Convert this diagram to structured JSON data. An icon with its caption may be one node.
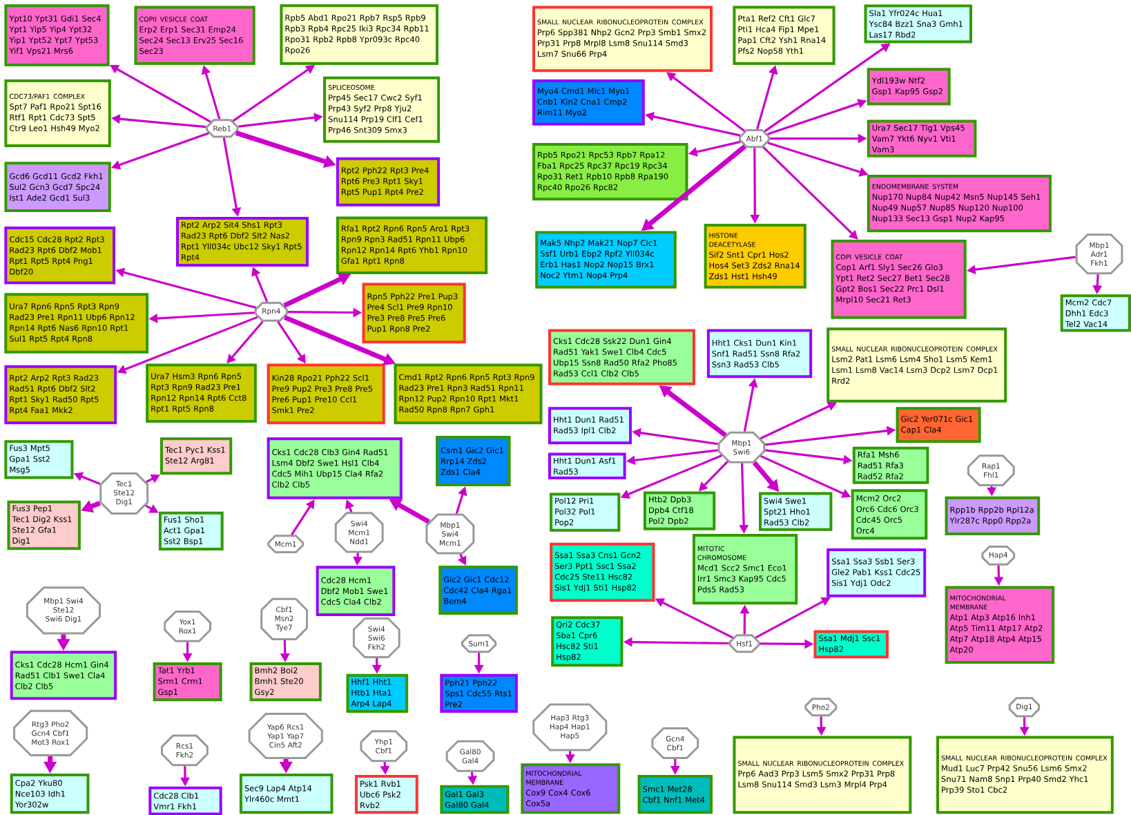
{
  "diagram": {
    "nodes": [
      {
        "text": [
          "Reb1"
        ]
      },
      {
        "text": [
          "Ypt10 Ypt31 Gdi1 Sec4 Ypt1 Yip5 Yip4 Ypt32 Yip1 Ypt52 Ypt7 Ypt53 Yif1 Vps21 Mrs6"
        ]
      },
      {
        "text": [
          "COPII VESICLE COAT",
          "Erp2 Erp1 Sec31 Emp24 Sec24 Sec13 Erv25 Sec16 Sec23"
        ]
      },
      {
        "text": [
          "Rpb5 Abd1 Rpo21 Rpb7 Rsp5 Rpb9 Rpb3 Rpb4 Rpc25 Iki3 Rpc34 Rpb11 Rpo31 Rpb2 Rpb8 Ypr093c Rpc40 Rpo26"
        ]
      },
      {
        "text": [
          "CDC73/PAF1 COMPLEX",
          "Spt7 Paf1 Rpo21 Spt16 Rtf1 Rpt1 Cdc73 Spt5 Ctr9 Leo1 Hsh49 Myo2"
        ]
      },
      {
        "text": [
          "SPLICEOSOME",
          "Prp45 Sec17 Cwc2 Syf1 Prp43 Syf2 Prp8 Yju2 Snu114 Prp19 Clf1 Cef1 Prp46 Snt309 Smx3"
        ]
      },
      {
        "text": [
          "Gcd6 Gcd11 Gcd2 Fkh1 Sul2 Gcn3 Gcd7 Spc24 Ist1 Ade2 Gcd1 Sul3"
        ]
      },
      {
        "text": [
          "Rpt2 Pph22 Rpt3 Pre4 Rpt6 Pre3 Rpt1 Sky1 Rpt5 Pup1 Rpt4 Pre2"
        ]
      },
      {
        "text": [
          "Rpt2 Arp2 Sit4 Shs1 Rpt3 Rad23 Rpt6 Dbf2 Slt2 Nas2 Rpt1 Yll034c Ubc12 Sky1 Rpt5 Rpt4"
        ]
      },
      {
        "text": [
          "Cdc15 Cdc28 Rpt2 Rpt3 Rad23 Rpt6 Dbf2 Mob1 Rpt1 Rpt5 Rpt4 Png1 Dbf20"
        ]
      },
      {
        "text": [
          "Rfa1 Rpt2 Rpn6 Rpn5 Aro1 Rpt3 Rpn9 Rpn3 Rad51 Rpn11 Ubp6 Rpn12 Rpn14 Rpt6 Yhb1 Rpn10 Gfa1 Rpt1 Rpn8"
        ]
      },
      {
        "text": [
          "Rpn4"
        ]
      },
      {
        "text": [
          "Ura7 Rpn6 Rpn5 Rpt3 Rpn9 Rad23 Pre1 Rpn11 Ubp6 Rpn12 Rpn14 Rpt6 Nas6 Rpn10 Rpt1 Sul1 Rpt5 Rpt4 Rpn8"
        ]
      },
      {
        "text": [
          "Rpn5 Pph22 Pre1 Pup3 Pre4 Scl1 Pre9 Rpn10 Pre3 Pre8 Pre5 Pre6 Pup1 Rpn8 Pre2"
        ]
      },
      {
        "text": [
          "Rpt2 Arp2 Rpt3 Rad23 Rad51 Rpt6 Dbf2 Slt2 Rpt1 Sky1 Rad50 Rpt5 Rpt4 Faa1 Mkk2"
        ]
      },
      {
        "text": [
          "Ura7 Hsm3 Rpn6 Rpn5 Rpt3 Rpn9 Rad23 Pre1 Rpn12 Rpn14 Rpt6 Cct8 Rpt1 Rpt5 Rpn8"
        ]
      },
      {
        "text": [
          "Kin28 Rpo21 Pph22 Scl1 Pre9 Pup2 Pre3 Pre8 Pre5 Pre6 Pup1 Pre10 Ccl1 Smk1 Pre2"
        ]
      },
      {
        "text": [
          "Cmd1 Rpt2 Rpn6 Rpn5 Rpt3 Rpn9 Rad23 Pre1 Rpn3 Rad51 Rpn11 Rpn12 Pup2 Rpn10 Rpt1 Mkt1 Rad50 Rpn8 Rpn7 Gph1"
        ]
      },
      {
        "text": [
          "SMALL NUCLEAR RIBONUCLEOPROTEIN COMPLEX",
          "Prp6 Spp381 Nhp2 Gcn2 Prp3 Smb1 Smx2 Prp31 Prp8 Mrpl8 Lsm8 Snu114 Smd3 Lsm7 Snu66 Prp4"
        ]
      },
      {
        "text": [
          "Pta1 Ref2 Cft1 Glc7 Pti1 Hca4 Fip1 Mpe1 Pap1 Cft2 Ysh1 Rna14 Pfs2 Nop58 Yth1"
        ]
      },
      {
        "text": [
          "Sla1 Yfr024c Hua1 Ysc84 Bzz1 Sna3 Gmh1 Las17 Rbd2"
        ]
      },
      {
        "text": [
          "Myo4 Cmd1 Mlc1 Myo1 Cnb1 Kin2 Cna1 Cmp2 Rim11 Myo2"
        ]
      },
      {
        "text": [
          "Ydl193w Ntf2 Gsp1 Kap95 Gsp2"
        ]
      },
      {
        "text": [
          "Abf1"
        ]
      },
      {
        "text": [
          "Ura7 Sec17 Tlg1 Vps45 Vam7 Ykt6 Nyv1 Vti1 Vam3"
        ]
      },
      {
        "text": [
          "Rpb5 Rpo21 Rpc53 Rpb7 Rpa12 Fba1 Rpc25 Rpc37 Rpc19 Rpc34 Rpo31 Ret1 Rpb10 Rpb8 Rpa190 Rpc40 Rpo26 Rpc82"
        ]
      },
      {
        "text": [
          "ENDOMEMBRANE SYSTEM",
          "Nup170 Nup84 Nup42 Msn5 Nup145 Seh1 Nup49 Nup57 Nup85 Nup120 Nup100 Nup133 Sec13 Gsp1 Nup2 Kap95"
        ]
      },
      {
        "text": [
          "Mak5 Nhp2 Mak21 Nop7 Cic1 Ssf1 Urb1 Ebp2 Rpf2 Yll034c Erb1 Has1 Nop2 Nop15 Brx1 Noc2 Ytm1 Nop4 Prp4"
        ]
      },
      {
        "text": [
          "HISTONE DEACETYLASE",
          "Sif2 Snt1 Cpr1 Hos2 Hos4 Set3 Zds2 Rna14 Zds1 Hst1 Hsh49"
        ]
      },
      {
        "text": [
          "COPI VESICLE COAT",
          "Cop1 Arf1 Sly1 Sec26 Glo3 Ypt1 Ret2 Sec27 Bet1 Sec28 Gpt2 Bos1 Sec22 Prc1 Dsl1 Mrpl10 Sec21 Ret3"
        ]
      },
      {
        "text": [
          "Mbp1 Adr1 Fkh1"
        ]
      },
      {
        "text": [
          "Mcm2 Cdc7 Dhh1 Edc3 Tel2 Vac14"
        ]
      },
      {
        "text": [
          "Cks1 Cdc28 Ssk22 Dun1 Gin4 Rad51 Yak1 Swe1 Clb4 Cdc5 Ubp15 Ssn8 Rad50 Rfa2 Pho85 Rad53 Ccl1 Clb2 Clb5"
        ]
      },
      {
        "text": [
          "Hht1 Cks1 Dun1 Kin1 Snf1 Rad51 Ssn8 Rfa2 Ssn3 Rad53 Clb5"
        ]
      },
      {
        "text": [
          "SMALL NUCLEAR RIBONUCLEOPROTEIN COMPLEX",
          "Lsm2 Pat1 Lsm6 Lsm4 Sho1 Lsm5 Kem1 Lsm1 Lsm8 Vac14 Lsm3 Dcp2 Lsm7 Dcp1 Rrd2"
        ]
      },
      {
        "text": [
          "Hht1 Dun1 Rad51 Rad53 Ipl1 Clb2"
        ]
      },
      {
        "text": [
          "Gic2 Yer071c Gic1 Cap1 Cla4"
        ]
      },
      {
        "text": [
          "Mbp1 Swi6"
        ]
      },
      {
        "text": [
          "Hht1 Dun1 Asf1 Rad53"
        ]
      },
      {
        "text": [
          "Rfa1 Msh6 Rad51 Rfa3 Rad52 Rfa2"
        ]
      },
      {
        "text": [
          "Rap1 Fhl1"
        ]
      },
      {
        "text": [
          "Pol12 Pri1 Pol32 Pol1 Pop2"
        ]
      },
      {
        "text": [
          "Htb2 Dpb3 Dpb4 Ctf18 Pol2 Dpb2"
        ]
      },
      {
        "text": [
          "Swi4 Swe1 Spt21 Hho1 Rad53 Clb2"
        ]
      },
      {
        "text": [
          "Mcm2 Orc2 Orc6 Cdc6 Orc3 Cdc45 Orc5 Orc4"
        ]
      },
      {
        "text": [
          "Rpp1b Rpp2b Rpl12a Ylr287c Rpp0 Rpp2a"
        ]
      },
      {
        "text": [
          "MITOTIC CHROMOSOME",
          "Mcd1 Scc2 Smc1 Eco1 Irr1 Smc3 Kap95 Cdc5 Pds5 Rad53"
        ]
      },
      {
        "text": [
          "Ssa1 Ssa3 Cns1 Gcn2 Ser3 Ppt1 Ssc1 Ssa2 Cdc25 Ste11 Hsc82 Sis1 Ydj1 Sti1 Hsp82"
        ]
      },
      {
        "text": [
          "Ssa1 Ssa3 Ssb1 Ser3 Gle2 Pab1 Kss1 Cdc25 Sis1 Ydj1 Odc2"
        ]
      },
      {
        "text": [
          "Hap4"
        ]
      },
      {
        "text": [
          "Qri2 Cdc37 Sba1 Cpr6 Hsc82 Sti1 Hsp82"
        ]
      },
      {
        "text": [
          "Hsf1"
        ]
      },
      {
        "text": [
          "Ssa1 Mdj1 Ssc1 Hsp82"
        ]
      },
      {
        "text": [
          "MITOCHONDRIAL MEMBRANE",
          "Atp1 Atp3 Atp16 Inh1 Atp5 Tim11 Atp17 Atp2 Atp7 Atp18 Atp4 Atp15 Atp20"
        ]
      },
      {
        "text": [
          "Fus3 Mpt5 Gpa1 Sst2 Msg5"
        ]
      },
      {
        "text": [
          "Tec1 Pyc1 Kss1 Ste12 Arg81"
        ]
      },
      {
        "text": [
          "Tec1 Ste12 Dig1"
        ]
      },
      {
        "text": [
          "Fus3 Pep1 Tec1 Dig2 Kss1 Ste12 Gfa1 Dig1"
        ]
      },
      {
        "text": [
          "Fus1 Sho1 Act1 Gpa1 Sst2 Bsp1"
        ]
      },
      {
        "text": [
          "Cks1 Cdc28 Clb3 Gin4 Rad51 Lsm4 Dbf2 Swe1 Hsl1 Clb4 Cdc5 Mih1 Ubp15 Cla4 Rfa2 Clb2 Clb5"
        ]
      },
      {
        "text": [
          "Csm1 Gic2 Gic1 Rrp14 Zds2 Zds1 Cla4"
        ]
      },
      {
        "text": [
          "Mcm1"
        ]
      },
      {
        "text": [
          "Swi4 Mcm1 Ndd1"
        ]
      },
      {
        "text": [
          "Mbp1 Swi4 Mcm1"
        ]
      },
      {
        "text": [
          "Cdc28 Hcm1 Dbf2 Mob1 Swe1 Cdc5 Cla4 Clb2"
        ]
      },
      {
        "text": [
          "Gic2 Gic1 Cdc12 Cdc42 Cla4 Rga1 Bem4"
        ]
      },
      {
        "text": [
          "Mbp1 Swi4 Ste12 Swi6 Dig1"
        ]
      },
      {
        "text": [
          "Cks1 Cdc28 Hcm1 Gin4 Rad51 Clb1 Swe1 Cla4 Clb2 Clb5"
        ]
      },
      {
        "text": [
          "Yox1 Rox1"
        ]
      },
      {
        "text": [
          "Tat1 Yrb1 Srm1 Crm1 Gsp1"
        ]
      },
      {
        "text": [
          "Cbf1 Msn2 Tye7"
        ]
      },
      {
        "text": [
          "Bmh2 Boi2 Bmh1 Ste20 Gsy2"
        ]
      },
      {
        "text": [
          "Swi4 Swi6 Fkh2"
        ]
      },
      {
        "text": [
          "Hhf1 Hht1 Htb1 Hta1 Arp4 Lap4"
        ]
      },
      {
        "text": [
          "Sum1"
        ]
      },
      {
        "text": [
          "Pph21 Pph22 Sps1 Cdc55 Rts1 Pre2"
        ]
      },
      {
        "text": [
          "Rtg3 Pho2 Gcn4 Cbf1 Mot3 Rox1"
        ]
      },
      {
        "text": [
          "Cpa2 Yku80 Nce103 Idh1 Yor302w"
        ]
      },
      {
        "text": [
          "Rcs1 Fkh2"
        ]
      },
      {
        "text": [
          "Cdc28 Clb1 Vmr1 Fkh1"
        ]
      },
      {
        "text": [
          "Yap6 Rcs1 Yap1 Yap7 Cin5 Aft2"
        ]
      },
      {
        "text": [
          "Sec9 Lap4 Atp14 Ylr460c Mmt1"
        ]
      },
      {
        "text": [
          "Yhp1 Cbf1"
        ]
      },
      {
        "text": [
          "Psk1 Rvb1 Ubc6 Psk2 Rvb2"
        ]
      },
      {
        "text": [
          "Gal80 Gal4"
        ]
      },
      {
        "text": [
          "Gal1 Gal3 Gal80 Gal4"
        ]
      },
      {
        "text": [
          "Hap3 Rtg3 Hap4 Hap1 Hap5"
        ]
      },
      {
        "text": [
          "MITOCHONDRIAL MEMBRANE",
          "Cox9 Cox4 Cox6 Cox5a"
        ]
      },
      {
        "text": [
          "Gcn4 Cbf1"
        ]
      },
      {
        "text": [
          "Smc1 Met28 Cbf1 Nnf1 Met4"
        ]
      },
      {
        "text": [
          "Pho2"
        ]
      },
      {
        "text": [
          "SMALL NUCLEAR RIBONUCLEOPROTEIN COMPLEX",
          "Prp6 Aad3 Prp3 Lsm5 Smx2 Prp31 Prp8 Lsm8 Snu114 Smd3 Lsm3 Mrpl4 Prp4"
        ]
      },
      {
        "text": [
          "Dig1"
        ]
      },
      {
        "text": [
          "SMALL NUCLEAR RIBONUCLEOPROTEIN COMPLEX",
          "Mud1 Luc7 Prp42 Snu56 Lsm6 Smx2 Snu71 Nam8 Snp1 Prp40 Smd2 Yhc1 Prp39 Sto1 Cbc2"
        ]
      }
    ],
    "edges": [
      {
        "from": 0,
        "to": 1,
        "arrow": "to"
      },
      {
        "from": 0,
        "to": 2,
        "arrow": "to"
      },
      {
        "from": 0,
        "to": 3,
        "arrow": "to"
      },
      {
        "from": 0,
        "to": 4,
        "arrow": "to"
      },
      {
        "from": 0,
        "to": 5,
        "arrow": "to"
      },
      {
        "from": 0,
        "to": 6,
        "arrow": "to"
      },
      {
        "from": 0,
        "to": 7,
        "arrow": "to",
        "style": "thick"
      },
      {
        "from": 0,
        "to": 8,
        "arrow": "to"
      },
      {
        "from": 11,
        "to": 8,
        "arrow": "to"
      },
      {
        "from": 11,
        "to": 9,
        "arrow": "to"
      },
      {
        "from": 11,
        "to": 10,
        "arrow": "to",
        "style": "thick"
      },
      {
        "from": 11,
        "to": 12,
        "arrow": "to"
      },
      {
        "from": 11,
        "to": 13,
        "arrow": "to"
      },
      {
        "from": 11,
        "to": 14,
        "arrow": "to"
      },
      {
        "from": 11,
        "to": 15,
        "arrow": "to"
      },
      {
        "from": 11,
        "to": 16,
        "arrow": "to"
      },
      {
        "from": 11,
        "to": 17,
        "arrow": "to",
        "style": "thick"
      },
      {
        "from": 23,
        "to": 18,
        "arrow": "to"
      },
      {
        "from": 23,
        "to": 19,
        "arrow": "to"
      },
      {
        "from": 23,
        "to": 20,
        "arrow": "to"
      },
      {
        "from": 23,
        "to": 21,
        "arrow": "to"
      },
      {
        "from": 23,
        "to": 22,
        "arrow": "to"
      },
      {
        "from": 23,
        "to": 24,
        "arrow": "to"
      },
      {
        "from": 23,
        "to": 25,
        "arrow": "to"
      },
      {
        "from": 23,
        "to": 26,
        "arrow": "to"
      },
      {
        "from": 23,
        "to": 27,
        "arrow": "to",
        "style": "thick"
      },
      {
        "from": 23,
        "to": 28,
        "arrow": "to"
      },
      {
        "from": 23,
        "to": 29,
        "arrow": "to"
      },
      {
        "from": 30,
        "to": 29,
        "arrow": "to"
      },
      {
        "from": 30,
        "to": 31,
        "arrow": "to"
      },
      {
        "from": 37,
        "to": 32,
        "arrow": "to",
        "style": "thick"
      },
      {
        "from": 37,
        "to": 33,
        "arrow": "to"
      },
      {
        "from": 37,
        "to": 34,
        "arrow": "to"
      },
      {
        "from": 37,
        "to": 35,
        "arrow": "to"
      },
      {
        "from": 37,
        "to": 36,
        "arrow": "to"
      },
      {
        "from": 37,
        "to": 38,
        "arrow": "to"
      },
      {
        "from": 37,
        "to": 39,
        "arrow": "to"
      },
      {
        "from": 37,
        "to": 41,
        "arrow": "to"
      },
      {
        "from": 37,
        "to": 42,
        "arrow": "to"
      },
      {
        "from": 37,
        "to": 43,
        "arrow": "to",
        "style": "thick"
      },
      {
        "from": 37,
        "to": 44,
        "arrow": "to"
      },
      {
        "from": 37,
        "to": 46,
        "arrow": "to"
      },
      {
        "from": 40,
        "to": 45,
        "arrow": "to"
      },
      {
        "from": 49,
        "to": 53,
        "arrow": "to"
      },
      {
        "from": 51,
        "to": 46,
        "arrow": "to"
      },
      {
        "from": 51,
        "to": 47,
        "arrow": "to"
      },
      {
        "from": 51,
        "to": 48,
        "arrow": "to"
      },
      {
        "from": 51,
        "to": 50,
        "arrow": "to"
      },
      {
        "from": 51,
        "to": 52,
        "arrow": "to"
      },
      {
        "from": 56,
        "to": 54,
        "arrow": "to"
      },
      {
        "from": 56,
        "to": 55,
        "arrow": "to"
      },
      {
        "from": 56,
        "to": 57,
        "arrow": "to",
        "style": "thick"
      },
      {
        "from": 56,
        "to": 58,
        "arrow": "to"
      },
      {
        "from": 61,
        "to": 59,
        "arrow": "to"
      },
      {
        "from": 62,
        "to": 59,
        "arrow": "to"
      },
      {
        "from": 62,
        "to": 64,
        "arrow": "to"
      },
      {
        "from": 63,
        "to": 59,
        "arrow": "to",
        "style": "thick"
      },
      {
        "from": 63,
        "to": 60,
        "arrow": "to"
      },
      {
        "from": 63,
        "to": 65,
        "arrow": "to"
      },
      {
        "from": 66,
        "to": 67,
        "arrow": "to",
        "style": "thick"
      },
      {
        "from": 68,
        "to": 69,
        "arrow": "to"
      },
      {
        "from": 70,
        "to": 71,
        "arrow": "to"
      },
      {
        "from": 72,
        "to": 73,
        "arrow": "to"
      },
      {
        "from": 74,
        "to": 75,
        "arrow": "to"
      },
      {
        "from": 76,
        "to": 77,
        "arrow": "to",
        "style": "thick"
      },
      {
        "from": 78,
        "to": 79,
        "arrow": "to"
      },
      {
        "from": 80,
        "to": 81,
        "arrow": "to",
        "style": "thick"
      },
      {
        "from": 82,
        "to": 83,
        "arrow": "to"
      },
      {
        "from": 84,
        "to": 85,
        "arrow": "to"
      },
      {
        "from": 86,
        "to": 87,
        "arrow": "to"
      },
      {
        "from": 88,
        "to": 89,
        "arrow": "to"
      },
      {
        "from": 90,
        "to": 91,
        "arrow": "to"
      },
      {
        "from": 92,
        "to": 93,
        "arrow": "to"
      }
    ]
  }
}
